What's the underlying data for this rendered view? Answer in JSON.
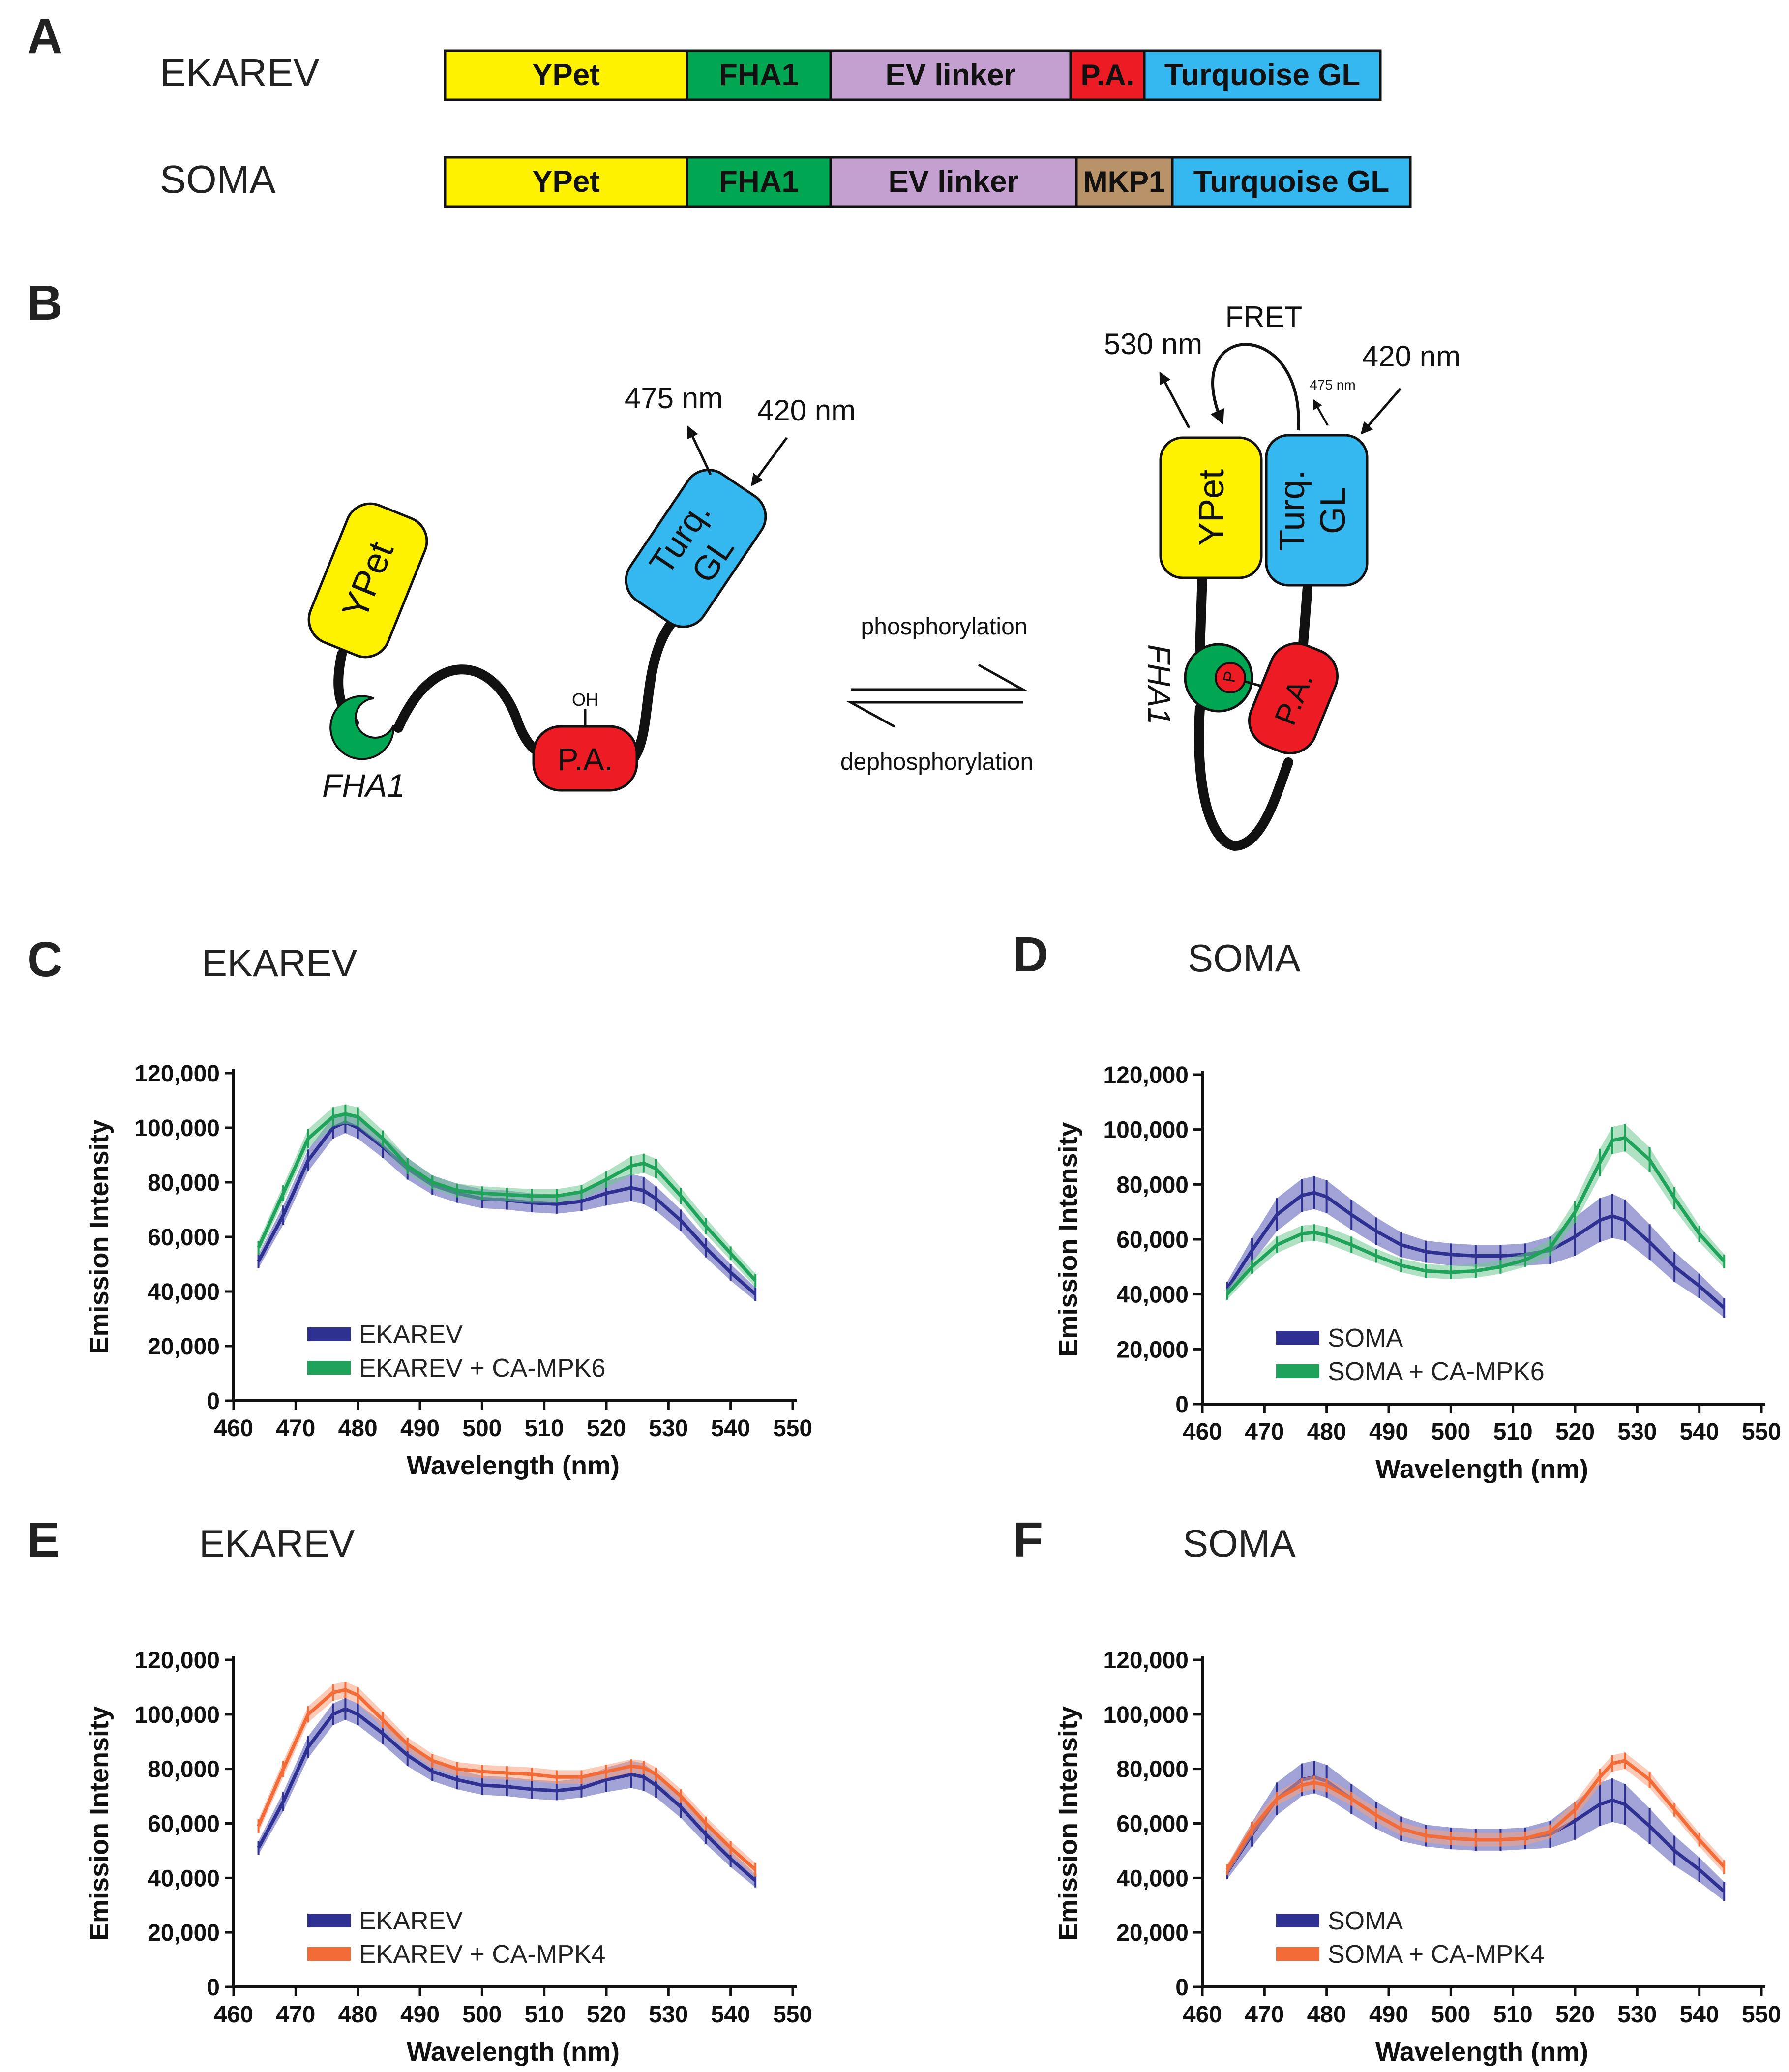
{
  "panels": {
    "A": {
      "letter": "A",
      "rows": [
        {
          "name": "EKAREV",
          "segments": [
            {
              "label": "YPet",
              "color": "#fff200"
            },
            {
              "label": "FHA1",
              "color": "#00a651"
            },
            {
              "label": "EV linker",
              "color": "#c3a0d0"
            },
            {
              "label": "P.A.",
              "color": "#ed1c24"
            },
            {
              "label": "Turquoise GL",
              "color": "#35b8f0"
            }
          ]
        },
        {
          "name": "SOMA",
          "segments": [
            {
              "label": "YPet",
              "color": "#fff200"
            },
            {
              "label": "FHA1",
              "color": "#00a651"
            },
            {
              "label": "EV linker",
              "color": "#c3a0d0"
            },
            {
              "label": "MKP1",
              "color": "#b8936a"
            },
            {
              "label": "Turquoise GL",
              "color": "#35b8f0"
            }
          ]
        }
      ]
    },
    "B": {
      "letter": "B",
      "left": {
        "ypet": "YPet",
        "turq_line1": "Turq.",
        "turq_line2": "GL",
        "fha1": "FHA1",
        "pa": "P.A.",
        "oh": "OH",
        "em475": "475 nm",
        "ex420": "420 nm"
      },
      "right": {
        "ypet": "YPet",
        "turq_line1": "Turq.",
        "turq_line2": "GL",
        "fha1": "FHA1",
        "pa": "P.A.",
        "p": "P",
        "fret": "FRET",
        "em530": "530 nm",
        "em475": "475 nm",
        "ex420": "420 nm"
      },
      "forward": "phosphorylation",
      "reverse": "dephosphorylation",
      "colors": {
        "ypet": "#fff200",
        "turq": "#35b8f0",
        "fha1": "#00a651",
        "pa": "#ed1c24"
      }
    }
  },
  "colors": {
    "blue": "#2e3192",
    "blue_light": "#5356b5",
    "green": "#1fa25a",
    "green_light": "#6fc992",
    "orange": "#f36b37",
    "orange_light": "#f7a07e"
  },
  "chart_data": [
    {
      "panel": "C",
      "title": "EKAREV",
      "type": "line",
      "xlabel": "Wavelength (nm)",
      "ylabel": "Emission Intensity",
      "xlim": [
        460,
        550
      ],
      "ylim": [
        0,
        120000
      ],
      "xticks": [
        460,
        470,
        480,
        490,
        500,
        510,
        520,
        530,
        540,
        550
      ],
      "yticks": [
        0,
        20000,
        40000,
        60000,
        80000,
        100000,
        120000
      ],
      "ytick_labels": [
        "0",
        "20,000",
        "40,000",
        "60,000",
        "80,000",
        "100,000",
        "120,000"
      ],
      "legend_position": "bottom-left",
      "series": [
        {
          "name": "EKAREV",
          "color": "blue",
          "x": [
            464,
            468,
            472,
            476,
            478,
            480,
            484,
            488,
            492,
            496,
            500,
            504,
            508,
            512,
            516,
            520,
            524,
            526,
            528,
            532,
            536,
            540,
            544
          ],
          "y": [
            51000,
            68000,
            88000,
            100000,
            102000,
            100000,
            93000,
            85000,
            79000,
            76000,
            74000,
            73500,
            72500,
            72000,
            73000,
            76000,
            78000,
            77000,
            74000,
            66000,
            56000,
            47000,
            39000
          ],
          "err": [
            2500,
            3500,
            4000,
            4000,
            4000,
            4000,
            4000,
            4000,
            3500,
            3500,
            3500,
            3500,
            3500,
            3500,
            3500,
            4500,
            5000,
            5000,
            4500,
            4000,
            3500,
            3000,
            2500
          ]
        },
        {
          "name": "EKAREV + CA-MPK6",
          "color": "green",
          "x": [
            464,
            468,
            472,
            476,
            478,
            480,
            484,
            488,
            492,
            496,
            500,
            504,
            508,
            512,
            516,
            520,
            524,
            526,
            528,
            532,
            536,
            540,
            544
          ],
          "y": [
            56000,
            76000,
            96000,
            104000,
            105000,
            104000,
            96000,
            86000,
            80000,
            77000,
            76000,
            75500,
            75000,
            75000,
            76500,
            81000,
            86000,
            87000,
            85000,
            75000,
            64000,
            54000,
            44000
          ],
          "err": [
            2500,
            3000,
            3500,
            3500,
            3500,
            3500,
            3000,
            3000,
            2500,
            2500,
            2500,
            2500,
            2500,
            2500,
            2500,
            3000,
            3500,
            3500,
            3500,
            3000,
            3000,
            2500,
            2500
          ]
        }
      ]
    },
    {
      "panel": "D",
      "title": "SOMA",
      "type": "line",
      "xlabel": "Wavelength (nm)",
      "ylabel": "Emission Intensity",
      "xlim": [
        460,
        550
      ],
      "ylim": [
        0,
        120000
      ],
      "xticks": [
        460,
        470,
        480,
        490,
        500,
        510,
        520,
        530,
        540,
        550
      ],
      "yticks": [
        0,
        20000,
        40000,
        60000,
        80000,
        100000,
        120000
      ],
      "ytick_labels": [
        "0",
        "20,000",
        "40,000",
        "60,000",
        "80,000",
        "100,000",
        "120,000"
      ],
      "legend_position": "bottom-left",
      "series": [
        {
          "name": "SOMA",
          "color": "blue",
          "x": [
            464,
            468,
            472,
            476,
            478,
            480,
            484,
            488,
            492,
            496,
            500,
            504,
            508,
            512,
            516,
            520,
            524,
            526,
            528,
            532,
            536,
            540,
            544
          ],
          "y": [
            42000,
            56000,
            69000,
            76000,
            77000,
            75500,
            69000,
            63000,
            58000,
            55500,
            54500,
            54000,
            54000,
            54500,
            56000,
            61000,
            67000,
            68500,
            67000,
            59000,
            50000,
            43000,
            35000
          ],
          "err": [
            2500,
            4500,
            6000,
            6000,
            6000,
            6000,
            5500,
            5000,
            4500,
            4000,
            4000,
            4000,
            4000,
            4000,
            5000,
            7000,
            8000,
            8000,
            7500,
            6500,
            5500,
            4500,
            3500
          ]
        },
        {
          "name": "SOMA + CA-MPK6",
          "color": "green",
          "x": [
            464,
            468,
            472,
            476,
            478,
            480,
            484,
            488,
            492,
            496,
            500,
            504,
            508,
            512,
            516,
            520,
            524,
            526,
            528,
            532,
            536,
            540,
            544
          ],
          "y": [
            40000,
            50000,
            58000,
            62000,
            62500,
            61500,
            58000,
            54000,
            50500,
            48500,
            48000,
            48500,
            50000,
            52500,
            57000,
            70000,
            88000,
            96000,
            97000,
            89000,
            75000,
            62000,
            52000
          ],
          "err": [
            2000,
            2500,
            3000,
            3000,
            3000,
            3000,
            3000,
            2500,
            2500,
            2500,
            2500,
            2500,
            2500,
            2500,
            3000,
            4000,
            5000,
            5000,
            5000,
            4500,
            4000,
            3000,
            2500
          ]
        }
      ]
    },
    {
      "panel": "E",
      "title": "EKAREV",
      "type": "line",
      "xlabel": "Wavelength (nm)",
      "ylabel": "Emission Intensity",
      "xlim": [
        460,
        550
      ],
      "ylim": [
        0,
        120000
      ],
      "xticks": [
        460,
        470,
        480,
        490,
        500,
        510,
        520,
        530,
        540,
        550
      ],
      "yticks": [
        0,
        20000,
        40000,
        60000,
        80000,
        100000,
        120000
      ],
      "ytick_labels": [
        "0",
        "20,000",
        "40,000",
        "60,000",
        "80,000",
        "100,000",
        "120,000"
      ],
      "legend_position": "bottom-left",
      "series": [
        {
          "name": "EKAREV",
          "color": "blue",
          "x": [
            464,
            468,
            472,
            476,
            478,
            480,
            484,
            488,
            492,
            496,
            500,
            504,
            508,
            512,
            516,
            520,
            524,
            526,
            528,
            532,
            536,
            540,
            544
          ],
          "y": [
            51000,
            68000,
            88000,
            100000,
            102000,
            100000,
            93000,
            85000,
            79000,
            76000,
            74000,
            73500,
            72500,
            72000,
            73000,
            76000,
            78000,
            77000,
            74000,
            66000,
            56000,
            47000,
            39000
          ],
          "err": [
            2500,
            3500,
            4000,
            4000,
            4000,
            4000,
            4000,
            4000,
            3500,
            3500,
            3500,
            3500,
            3500,
            3500,
            3500,
            4500,
            5000,
            5000,
            4500,
            4000,
            3500,
            3000,
            2500
          ]
        },
        {
          "name": "EKAREV + CA-MPK4",
          "color": "orange",
          "x": [
            464,
            468,
            472,
            476,
            478,
            480,
            484,
            488,
            492,
            496,
            500,
            504,
            508,
            512,
            516,
            520,
            524,
            526,
            528,
            532,
            536,
            540,
            544
          ],
          "y": [
            59000,
            80000,
            100000,
            108000,
            109000,
            107000,
            98000,
            89000,
            83000,
            80000,
            79000,
            78500,
            78000,
            77000,
            77000,
            79000,
            81000,
            80500,
            78000,
            70000,
            60000,
            51000,
            43000
          ],
          "err": [
            2500,
            3000,
            3000,
            3000,
            3000,
            3000,
            3000,
            2500,
            2500,
            2500,
            2500,
            2500,
            2500,
            2500,
            2500,
            2500,
            2500,
            2500,
            2500,
            2500,
            2500,
            2500,
            2500
          ]
        }
      ]
    },
    {
      "panel": "F",
      "title": "SOMA",
      "type": "line",
      "xlabel": "Wavelength (nm)",
      "ylabel": "Emission Intensity",
      "xlim": [
        460,
        550
      ],
      "ylim": [
        0,
        120000
      ],
      "xticks": [
        460,
        470,
        480,
        490,
        500,
        510,
        520,
        530,
        540,
        550
      ],
      "yticks": [
        0,
        20000,
        40000,
        60000,
        80000,
        100000,
        120000
      ],
      "ytick_labels": [
        "0",
        "20,000",
        "40,000",
        "60,000",
        "80,000",
        "100,000",
        "120,000"
      ],
      "legend_position": "bottom-left",
      "series": [
        {
          "name": "SOMA",
          "color": "blue",
          "x": [
            464,
            468,
            472,
            476,
            478,
            480,
            484,
            488,
            492,
            496,
            500,
            504,
            508,
            512,
            516,
            520,
            524,
            526,
            528,
            532,
            536,
            540,
            544
          ],
          "y": [
            42000,
            56000,
            69000,
            76000,
            77000,
            75500,
            69000,
            63000,
            58000,
            55500,
            54500,
            54000,
            54000,
            54500,
            56000,
            61000,
            67000,
            68500,
            67000,
            59000,
            50000,
            43000,
            35000
          ],
          "err": [
            2500,
            4500,
            6000,
            6000,
            6000,
            6000,
            5500,
            5000,
            4500,
            4000,
            4000,
            4000,
            4000,
            4000,
            5000,
            7000,
            8000,
            8000,
            7500,
            6500,
            5500,
            4500,
            3500
          ]
        },
        {
          "name": "SOMA + CA-MPK4",
          "color": "orange",
          "x": [
            464,
            468,
            472,
            476,
            478,
            480,
            484,
            488,
            492,
            496,
            500,
            504,
            508,
            512,
            516,
            520,
            524,
            526,
            528,
            532,
            536,
            540,
            544
          ],
          "y": [
            43000,
            58000,
            69000,
            74000,
            75000,
            74000,
            69000,
            63000,
            58000,
            55500,
            54500,
            54000,
            54000,
            54500,
            57000,
            65000,
            77000,
            82000,
            83000,
            76000,
            65000,
            54000,
            44000
          ],
          "err": [
            2000,
            2500,
            2500,
            2500,
            2500,
            2500,
            2500,
            2500,
            2500,
            2500,
            2500,
            2500,
            2500,
            2500,
            2500,
            3000,
            3000,
            3000,
            3000,
            3000,
            2500,
            2500,
            2500
          ]
        }
      ]
    }
  ]
}
